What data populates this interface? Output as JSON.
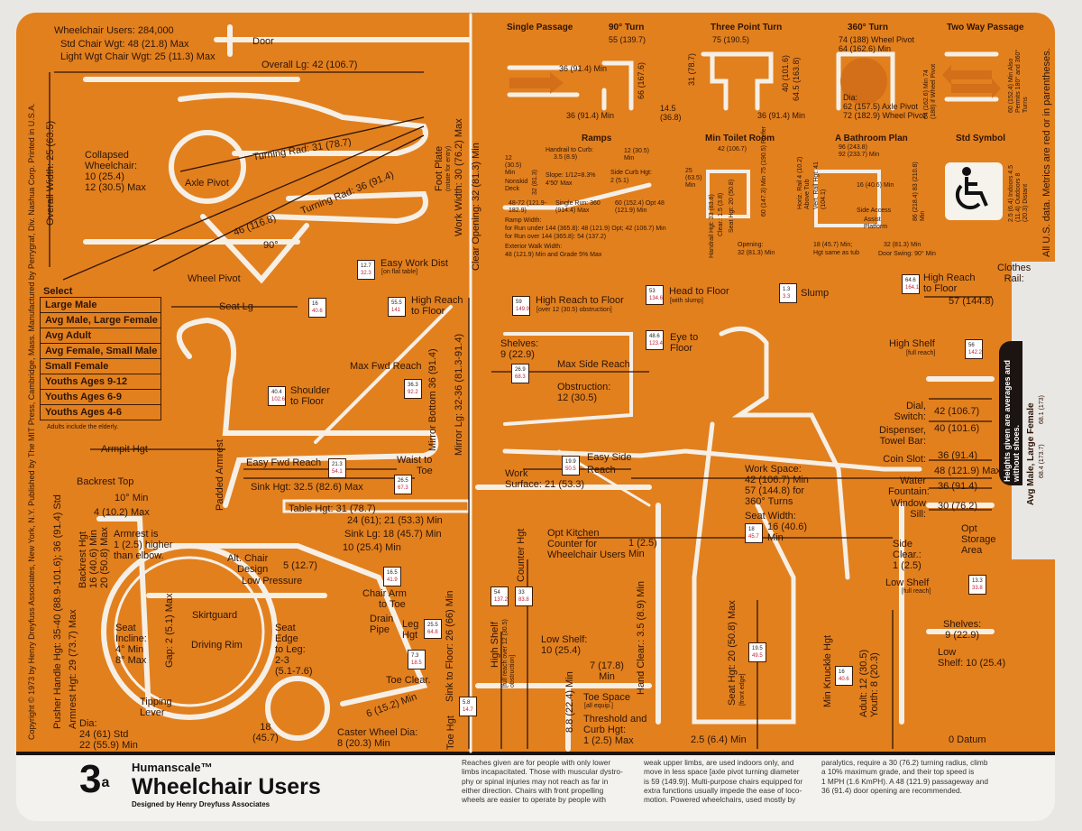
{
  "header": {
    "users": "Wheelchair Users: 284,000",
    "std_wgt": "Std Chair Wgt: 48 (21.8) Max",
    "light_wgt": "Light Wgt Chair Wgt: 25 (11.3) Max",
    "door": "Door",
    "overall_lg": "Overall Lg: 42 (106.7)",
    "collapsed": [
      "Collapsed",
      "Wheelchair:",
      "10 (25.4)",
      "12 (30.5) Max"
    ],
    "overall_width": "Overall Width: 25 (63.5)",
    "axle_pivot": "Axle Pivot",
    "turning_31": "Turning Rad: 31 (78.7)",
    "turning_46": "46 (116.8)",
    "turning_36": "Turning Rad: 36 (91.4)",
    "angle": "90°",
    "wheel_pivot": "Wheel Pivot",
    "easy_work": "Easy Work Dist",
    "easy_work_sub": "[on flat table]",
    "foot_plate": "Foot Plate",
    "foot_plate_sub": "(rotate for entry)",
    "work_width": "Work Width: 30 (76.2) Max",
    "clear_opening": "Clear Opening: 32 (81.3) Min",
    "seat_lg": "Seat Lg",
    "copyright": "Copyright © 1973 by Henry Dreyfuss Associates, New York, N.Y.   Published by The MIT Press, Cambridge, Mass.   Manufactured by Perrygraf, Div. Nashua Corp.   Printed in U.S.A.",
    "all_us": "All U.S. data. Metrics are red or in parentheses."
  },
  "select": {
    "title": "Select",
    "items": [
      "Large Male",
      "Avg Male, Large Female",
      "Avg Adult",
      "Avg Female, Small Male",
      "Small Female",
      "Youths Ages 9-12",
      "Youths Ages 6-9",
      "Youths Ages 4-6"
    ],
    "note": "Adults include the elderly."
  },
  "boxes": {
    "easy_work": [
      "12.7",
      "32.3"
    ],
    "seat_lg": [
      "16",
      "40.6"
    ],
    "high_reach_left": [
      "55.5",
      "141"
    ],
    "max_fwd": [
      "36.3",
      "92.2"
    ],
    "shoulder": [
      "40.4",
      "102.6"
    ],
    "easy_fwd": [
      "21.3",
      "54.1"
    ],
    "waist_toe": [
      "26.5",
      "67.3"
    ],
    "chair_arm": [
      "16.5",
      "41.9"
    ],
    "leg_hgt": [
      "25.5",
      "64.8"
    ],
    "toe_clear": [
      "7.3",
      "18.5"
    ],
    "toe_hgt": [
      "5.8",
      "14.7"
    ],
    "high_reach_side": [
      "59",
      "149.9"
    ],
    "head": [
      "53",
      "134.6"
    ],
    "slump": [
      "1.3",
      "3.3"
    ],
    "eye": [
      "48.6",
      "123.4"
    ],
    "high_reach_right": [
      "64.6",
      "164.1"
    ],
    "high_shelf": [
      "56",
      "142.2"
    ],
    "max_side": [
      "26.9",
      "68.3"
    ],
    "easy_side": [
      "19.9",
      "50.5"
    ],
    "seat_width": [
      "18",
      "45.7"
    ],
    "high_shelf_k": [
      "54",
      "137.2"
    ],
    "counter": [
      "33",
      "83.8"
    ],
    "low_shelf": [
      "13.3",
      "33.8"
    ],
    "seat_hgt": [
      "19.5",
      "49.5"
    ],
    "knuckle": [
      "16",
      "40.6"
    ]
  },
  "side": {
    "high_reach": [
      "High Reach",
      "to Floor"
    ],
    "max_fwd": "Max Fwd Reach",
    "shoulder": [
      "Shoulder",
      "to Floor"
    ],
    "mirror_bottom": "Mirror Bottom 36 (91.4)",
    "mirror_lg": "Mirror Lg: 32-36 (81.3-91.4)",
    "armpit": "Armpit Hgt",
    "easy_fwd": "Easy Fwd Reach",
    "waist_toe": [
      "Waist to",
      "Toe"
    ],
    "sink_hgt": "Sink Hgt: 32.5 (82.6) Max",
    "backrest_top": "Backrest Top",
    "ten_min": "10° Min",
    "four_max": "4 (10.2) Max",
    "padded": "Padded Armrest",
    "table_hgt": "Table Hgt: 31 (78.7)",
    "knee": "24 (61); 21 (53.3) Min",
    "sink_lg": "Sink Lg: 18 (45.7) Min",
    "ten_25": "10 (25.4) Min",
    "armrest_is": [
      "Armrest is",
      "1 (2.5) higher",
      "than elbow."
    ],
    "pusher": "Pusher Handle Hgt: 35-40 (88.9-101.6); 36 (91.4) Std",
    "armrest_hgt": "Armrest Hgt: 29 (73.7) Max",
    "backrest_hgt": [
      "Backrest Hgt",
      "16 (40.6) Min",
      "20 (50.8) Max"
    ],
    "alt_chair": [
      "Alt. Chair",
      "Design"
    ],
    "five": "5 (12.7)",
    "low_pressure": "Low Pressure",
    "chair_arm": [
      "Chair Arm",
      "to Toe"
    ],
    "skirtguard": "Skirtguard",
    "drain": [
      "Drain",
      "Pipe"
    ],
    "seat_edge": [
      "Seat",
      "Edge",
      "to Leg:",
      "2-3",
      "(5.1-7.6)"
    ],
    "seat_incline": [
      "Seat",
      "Incline:",
      "4° Min",
      "8° Max"
    ],
    "gap": "Gap: 2 (5.1) Max",
    "leg_hgt": [
      "Leg",
      "Hgt"
    ],
    "driving_rim": "Driving Rim",
    "toe_clear": "Toe Clear.",
    "tipping": [
      "Tipping",
      "Lever"
    ],
    "six": "6 (15.2) Min",
    "sink_floor": "Sink to Floor: 26 (66) Min",
    "dia": [
      "Dia:",
      "24 (61) Std",
      "22 (55.9) Min"
    ],
    "eighteen": [
      "18",
      "(45.7)"
    ],
    "caster": [
      "Caster Wheel Dia:",
      "8 (20.3) Min"
    ],
    "toe_hgt": "Toe Hgt"
  },
  "plans": {
    "single": "Single Passage",
    "single_dim": "36 (91.4) Min",
    "turn90": "90° Turn",
    "turn90_dims": [
      "55 (139.7)",
      "66 (167.6)",
      "36 (91.4) Min"
    ],
    "three": "Three Point Turn",
    "three_dims": [
      "75 (190.5)",
      "31 (78.7)",
      "40 (101.6)",
      "64.5 (163.8)",
      "14.5 (36.8)",
      "36 (91.4) Min"
    ],
    "turn360": "360° Turn",
    "turn360_dims": [
      "74 (188) Wheel Pivot",
      "64 (162.6) Min",
      "64 (162.6) Min 74 (188) if Wheel Pivot",
      "Dia:",
      "62 (157.5) Axle Pivot",
      "72 (182.9) Wheel Pivot"
    ],
    "two_way": "Two Way Passage",
    "two_way_dim": "60 (152.4) Min Also Permits 180° and 360° Turns",
    "ramps": "Ramps",
    "ramp_labels": [
      "Handrail to Curb:",
      "3.5 (8.9)",
      "12 (30.5) Min",
      "12 (30.5) Min",
      "Slope: 1/12=8.3%",
      "4'50' Max",
      "Side Curb Hgt:",
      "2 (5.1)",
      "Nonskid Deck",
      "32 (81.3)",
      "48-72 (121.9-182.9)",
      "Single Run: 360 (914.4) Max",
      "60 (152.4) Opt 48 (121.9) Min"
    ],
    "ramp_notes": [
      "Ramp Width:",
      "for Run under 144 (365.8): 48 (121.9) Opt; 42 (106.7) Min",
      "for Run over 144 (365.8): 54 (137.2)",
      "Exterior Walk Width:",
      "48 (121.9) Min and Grade 5% Max"
    ],
    "toilet": "Min Toilet Room",
    "toilet_labels": [
      "42 (106.7)",
      "25 (63.5) Min",
      "60 (147.3) Min 75 (190.5) Prefer",
      "Handrail Hgt: 33 (83.8)",
      "Clear.: 1.5 (3.8)",
      "Seat Hgt: 20 (50.8)",
      "Opening:",
      "32 (81.3) Min"
    ],
    "bath": "A Bathroom Plan",
    "bath_labels": [
      "96 (243.8)",
      "92 (233.7) Min",
      "Horiz. Rail 4 (10.2) Above Tub",
      "Vert. Rail Hgt: 41 (104.1)",
      "16 (40.6) Min",
      "Side Access",
      "Assist Platform",
      "86 (218.4) 83 (210.8) Min",
      "18 (45.7) Min;",
      "Hgt same as tub",
      "32 (81.3) Min",
      "Door Swing: 90° Min"
    ],
    "symbol": "Std Symbol",
    "symbol_dims": "2.5 (6.4) Indoors 4.5 (11.4) Outdoors 8 (20.3) Distant"
  },
  "front": {
    "high_reach": "High Reach to Floor",
    "high_reach_sub": "[over 12 (30.5) obstruction]",
    "head": "Head to Floor",
    "head_sub": "[with slump]",
    "slump": "Slump",
    "eye": [
      "Eye to",
      "Floor"
    ],
    "high_reach_r": [
      "High Reach",
      "to Floor"
    ],
    "clothes": [
      "Clothes",
      "Rail:"
    ],
    "rail_val": "57 (144.8)",
    "shelves": [
      "Shelves:",
      "9 (22.9)"
    ],
    "max_side": "Max Side Reach",
    "obstruction": [
      "Obstruction:",
      "12 (30.5)"
    ],
    "high_shelf": "High Shelf",
    "high_shelf_sub": "[full reach]",
    "easy_side": [
      "Easy Side",
      "Reach"
    ],
    "work_surface": [
      "Work",
      "Surface: 21 (53.3)"
    ],
    "work_space": [
      "Work Space:",
      "42 (106.7) Min",
      "57 (144.8) for",
      "360° Turns"
    ],
    "seat_width": [
      "Seat Width:",
      "16 (40.6)",
      "Min"
    ],
    "heights": [
      [
        "Dial,",
        "Switch:",
        "42 (106.7)"
      ],
      [
        "Dispenser,",
        "Towel Bar:",
        "40 (101.6)"
      ],
      [
        "Coin Slot:",
        "",
        "36 (91.4)"
      ],
      [
        "",
        "",
        "48 (121.9) Max"
      ],
      [
        "Water",
        "Fountain:",
        "36 (91.4)"
      ],
      [
        "Window",
        "Sill:",
        "30 (76.2)"
      ]
    ],
    "opt_storage": [
      "Opt",
      "Storage",
      "Area"
    ],
    "opt_kitchen": [
      "Opt Kitchen",
      "Counter for",
      "Wheelchair Users"
    ],
    "counter_hgt": "Counter Hgt",
    "high_shelf_k": "High Shelf",
    "high_shelf_k_sub": "[full reach over 12 (30.5) obstruction]",
    "one_min": [
      "1 (2.5)",
      "Min"
    ],
    "side_clear": [
      "Side",
      "Clear.:",
      "1 (2.5)"
    ],
    "low_shelf_full": "Low Shelf",
    "low_shelf_full_sub": "[full reach]",
    "shelves2": [
      "Shelves:",
      "9 (22.9)"
    ],
    "low_shelf_r": [
      "Low",
      "Shelf: 10 (25.4)"
    ],
    "low_shelf_k": [
      "Low Shelf:",
      "10 (25.4)"
    ],
    "seven": [
      "7 (17.8)",
      "Min"
    ],
    "hand_clear": "Hand Clear.: 3.5 (8.9) Min",
    "toe_space": "Toe Space",
    "toe_space_sub": "[all equip.]",
    "threshold": [
      "Threshold and",
      "Curb Hgt:",
      "1 (2.5) Max"
    ],
    "eight8": "8.8 (22.4) Min",
    "seat_hgt": "Seat Hgt: 20 (50.8) Max",
    "seat_hgt_sub": "[front edge]",
    "two5": "2.5 (6.4) Min",
    "knuckle": "Min Knuckle Hgt",
    "adult_youth": [
      "Adult: 12 (30.5)",
      "Youth: 8 (20.3)"
    ],
    "datum": "0 Datum"
  },
  "tab": {
    "note": "Heights given are averages and without shoes.",
    "label": "Avg Male, Large Female",
    "values": [
      "68.4 (173.7)",
      "68.1 (173)"
    ]
  },
  "footer": {
    "number": "3",
    "sup": "a",
    "brand": "Humanscale™",
    "title": "Wheelchair Users",
    "designer": "Designed by Henry Dreyfuss Associates",
    "col1": [
      "Reaches given are for people with only lower",
      "limbs incapacitated. Those with muscular dystro-",
      "phy or spinal injuries may not reach as far in",
      "either direction. Chairs with front propelling",
      "wheels are easier to operate by people with"
    ],
    "col2": [
      "weak upper limbs, are used indoors only, and",
      "move in less space [axle pivot turning diameter",
      "is 59 (149.9)]. Multi-purpose chairs equipped for",
      "extra functions usually impede the ease of loco-",
      "motion. Powered wheelchairs, used mostly by"
    ],
    "col3": [
      "paralytics, require a 30 (76.2) turning radius, climb",
      "a 10% maximum grade, and their top speed is",
      "1 MPH (1.6 KmPH). A 48 (121.9) passageway and",
      "36 (91.4) door opening are recommended."
    ]
  },
  "colors": {
    "card": "#e2801e",
    "ink": "#2e1405",
    "metric_red": "#c0243a",
    "lines": "#f6efe6"
  }
}
